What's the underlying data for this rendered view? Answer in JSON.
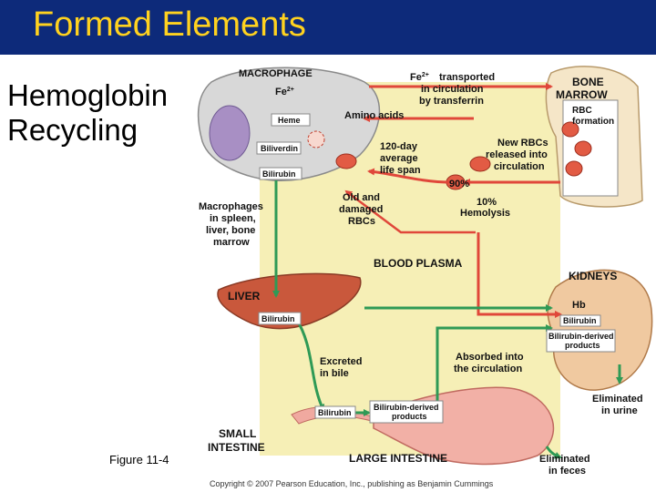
{
  "slide": {
    "title": "Formed Elements",
    "subtitle_line1": "Hemoglobin",
    "subtitle_line2": "Recycling",
    "figure_ref": "Figure 11-4"
  },
  "colors": {
    "title_bg": "#0d2a7a",
    "title_text": "#ffd21f",
    "plasma": "#f6efb6",
    "arrow_red": "#e0473a",
    "arrow_green": "#2f9a56"
  },
  "diagram": {
    "macrophage": "MACROPHAGE",
    "fe_macrophage": "Fe",
    "fe_sup": "2+",
    "heme": "Heme",
    "biliverdin": "Biliverdin",
    "bilirubin_macro": "Bilirubin",
    "amino_acids": "Amino acids",
    "fe_transport": "Fe",
    "fe_transport_sup": "2+",
    "transported_1": "transported",
    "transported_2": "in circulation",
    "transported_3": "by transferrin",
    "bone_1": "BONE",
    "bone_2": "MARROW",
    "rbc_1": "RBC",
    "rbc_2": "formation",
    "lifespan_1": "120-day",
    "lifespan_2": "average",
    "lifespan_3": "life span",
    "new_rbc_1": "New RBCs",
    "new_rbc_2": "released into",
    "new_rbc_3": "circulation",
    "percent_90": "90%",
    "percent_10": "10%",
    "hemolysis": "Hemolysis",
    "old_rbc_1": "Old and",
    "old_rbc_2": "damaged",
    "old_rbc_3": "RBCs",
    "macrophages_1": "Macrophages",
    "macrophages_2": "in spleen,",
    "macrophages_3": "liver, bone",
    "macrophages_4": "marrow",
    "blood_plasma": "BLOOD PLASMA",
    "kidneys": "KIDNEYS",
    "hb": "Hb",
    "bilirubin_kidney": "Bilirubin",
    "bilirubin_derived_kidney_1": "Bilirubin-derived",
    "bilirubin_derived_kidney_2": "products",
    "liver": "LIVER",
    "bilirubin_liver": "Bilirubin",
    "excreted_1": "Excreted",
    "excreted_2": "in bile",
    "absorbed_1": "Absorbed into",
    "absorbed_2": "the circulation",
    "bilirubin_intestine": "Bilirubin",
    "bilirubin_derived_int_1": "Bilirubin-derived",
    "bilirubin_derived_int_2": "products",
    "eliminated_urine_1": "Eliminated",
    "eliminated_urine_2": "in urine",
    "small_int_1": "SMALL",
    "small_int_2": "INTESTINE",
    "large_int": "LARGE INTESTINE",
    "eliminated_feces_1": "Eliminated",
    "eliminated_feces_2": "in feces",
    "copyright": "Copyright © 2007 Pearson Education, Inc., publishing as Benjamin Cummings"
  }
}
